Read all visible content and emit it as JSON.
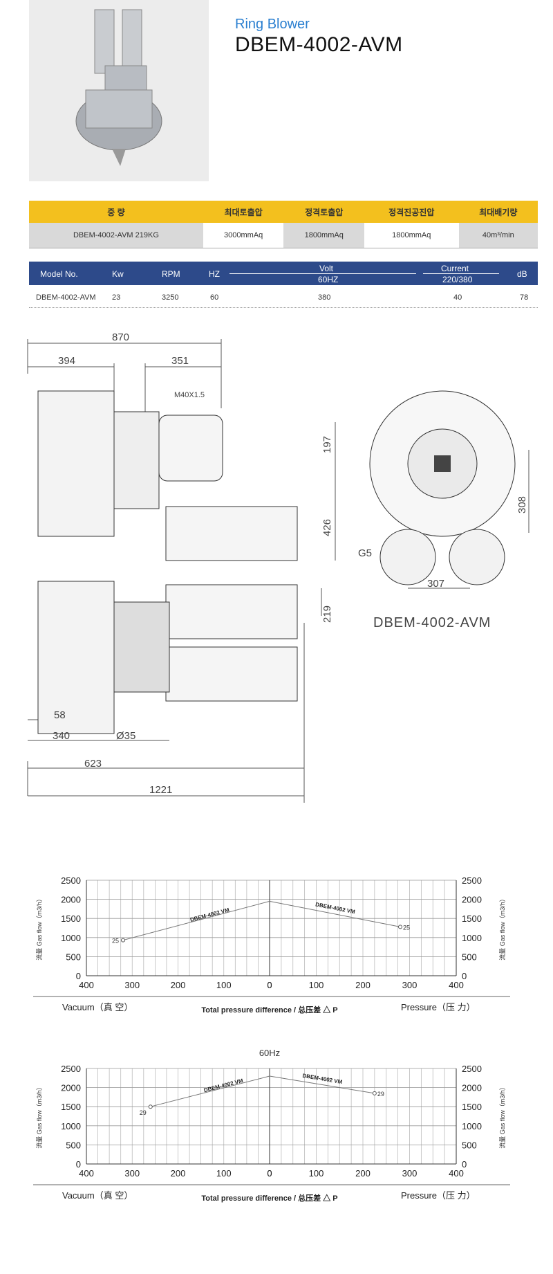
{
  "header": {
    "subtitle": "Ring Blower",
    "model": "DBEM-4002-AVM"
  },
  "spec_table_kr": {
    "headers": [
      "중 량",
      "최대토출압",
      "정격토출압",
      "정격진공진압",
      "최대배기량"
    ],
    "row": [
      "DBEM-4002-AVM 219KG",
      "3000mmAq",
      "1800mmAq",
      "1800mmAq",
      "40m³/min"
    ]
  },
  "spec_table_en": {
    "headers": {
      "model": "Model No.",
      "kw": "Kw",
      "rpm": "RPM",
      "hz": "HZ",
      "volt": "Volt",
      "volt_sub": "60HZ",
      "current": "Current",
      "current_sub": "220/380",
      "db": "dB"
    },
    "row": {
      "model": "DBEM-4002-AVM",
      "kw": "23",
      "rpm": "3250",
      "hz": "60",
      "volt": "380",
      "current": "40",
      "db": "78"
    }
  },
  "drawing": {
    "dims": [
      "870",
      "394",
      "351",
      "M40X1.5",
      "197",
      "426",
      "219",
      "308",
      "307",
      "G5",
      "58",
      "340",
      "Ø35",
      "623",
      "1221"
    ],
    "model_label": "DBEM-4002-AVM"
  },
  "chart_data": [
    {
      "type": "line",
      "title": "",
      "ylabel_left": "流量 Gas flow（m3/h）",
      "ylabel_right": "流量 Gas flow（m3/h）",
      "xlabel": "Total pressure difference / 总压差 △ P",
      "left_label": "Vacuum（真 空）",
      "right_label": "Pressure（压 力）",
      "ylim": [
        0,
        2500
      ],
      "yticks": [
        "0",
        "500",
        "1000",
        "1500",
        "2000",
        "2500"
      ],
      "vacuum_ticks": [
        "400",
        "300",
        "200",
        "100",
        "0"
      ],
      "pressure_ticks": [
        "0",
        "100",
        "200",
        "300",
        "400"
      ],
      "series": [
        {
          "name": "DBEM-4002 VM",
          "side": "vacuum",
          "points": [
            [
              0,
              1950
            ],
            [
              320,
              930
            ]
          ],
          "end_label": "25"
        },
        {
          "name": "DBEM-4002 VM",
          "side": "pressure",
          "points": [
            [
              0,
              1950
            ],
            [
              280,
              1280
            ]
          ],
          "end_label": "25"
        }
      ]
    },
    {
      "type": "line",
      "title": "60Hz",
      "ylabel_left": "流量 Gas flow（m3/h）",
      "ylabel_right": "流量 Gas flow（m3/h）",
      "xlabel": "Total pressure difference / 总压差 △ P",
      "left_label": "Vacuum（真 空）",
      "right_label": "Pressure（压 力）",
      "ylim": [
        0,
        2500
      ],
      "yticks": [
        "0",
        "500",
        "1000",
        "1500",
        "2000",
        "2500"
      ],
      "vacuum_ticks": [
        "400",
        "300",
        "200",
        "100",
        "0"
      ],
      "pressure_ticks": [
        "0",
        "100",
        "200",
        "300",
        "400"
      ],
      "series": [
        {
          "name": "DBEM-4002 VM",
          "side": "vacuum",
          "points": [
            [
              0,
              2300
            ],
            [
              260,
              1500
            ]
          ],
          "end_label": "29"
        },
        {
          "name": "DBEM-4002 VM",
          "side": "pressure",
          "points": [
            [
              0,
              2300
            ],
            [
              225,
              1850
            ]
          ],
          "end_label": "29"
        }
      ]
    }
  ]
}
